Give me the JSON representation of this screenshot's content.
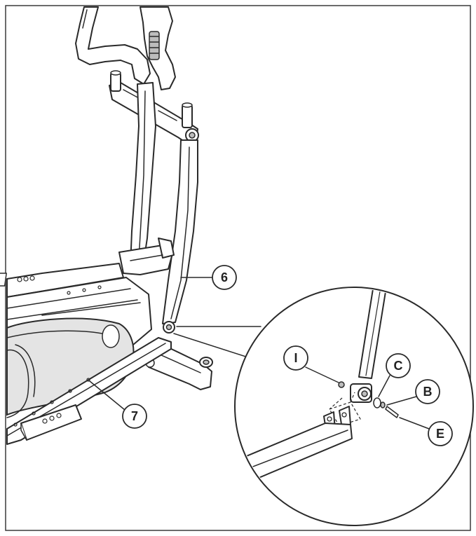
{
  "callouts": {
    "part_6": "6",
    "part_7": "7",
    "part_I": "I",
    "part_C": "C",
    "part_B": "B",
    "part_E": "E"
  },
  "colors": {
    "ink": "#2a2a2a",
    "shade": "#bdbdbd",
    "frame": "#3a3a3a",
    "background": "#ffffff"
  }
}
